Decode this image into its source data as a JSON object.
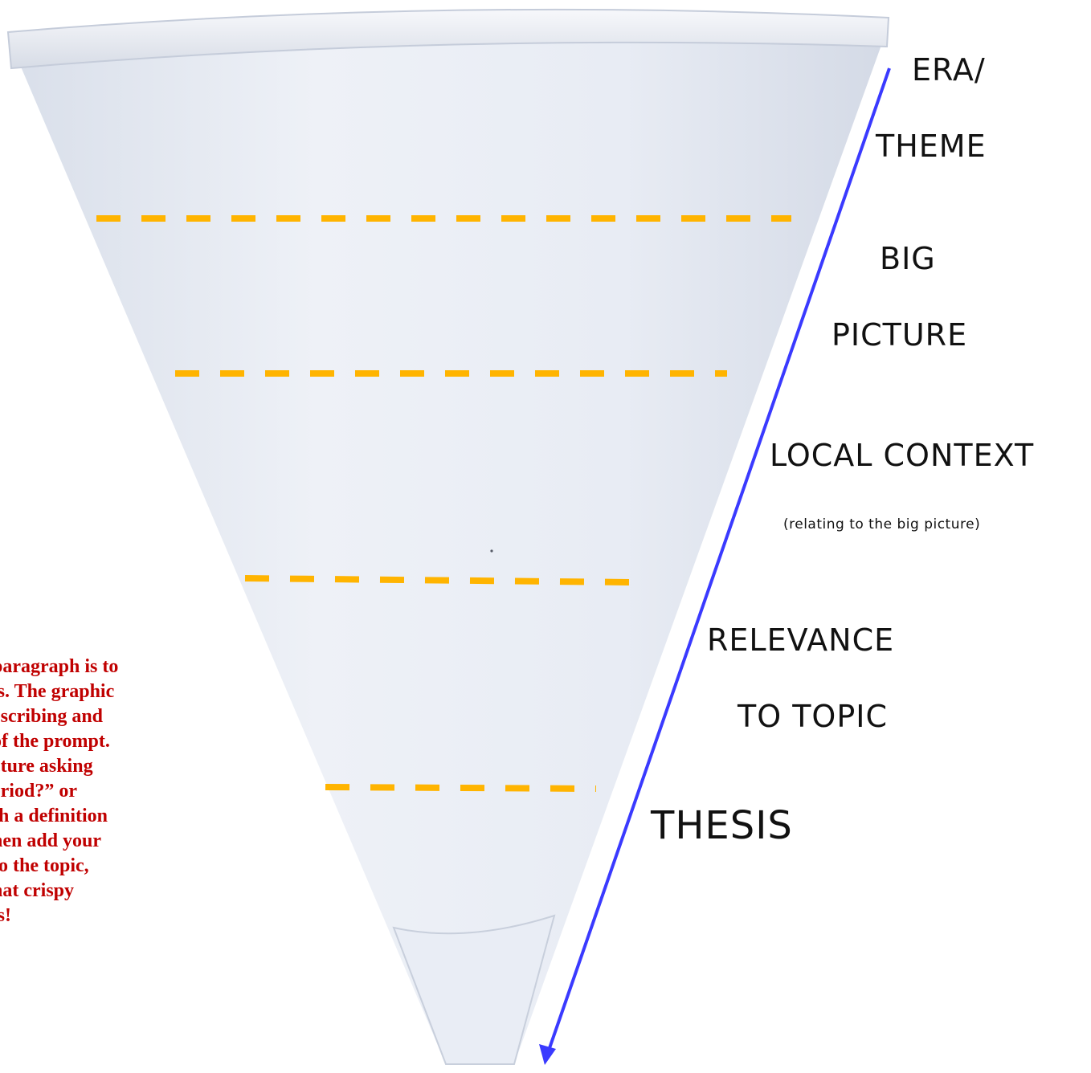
{
  "labels": {
    "era_line1": "ERA/",
    "era_line2": "THEME",
    "big_line1": "BIG",
    "big_line2": "PICTURE",
    "local": "LOCAL CONTEXT",
    "local_sub": "(relating to the big picture)",
    "relevance_line1": "RELEVANCE",
    "relevance_line2": "TO TOPIC",
    "thesis": "THESIS"
  },
  "note_lines": [
    "paragraph is to",
    "is. The graphic",
    "escribing and",
    "of the prompt.",
    "cture asking",
    "eriod?” or",
    "th a definition",
    "hen add your",
    "to the topic,",
    "hat crispy",
    "is!"
  ],
  "colors": {
    "arrow": "#3a3aff",
    "dash": "#ffb400",
    "note": "#c00000",
    "cup": "#e6ebf4"
  },
  "icons": {
    "cup": "paper-cone-cup-icon",
    "arrow": "down-arrow-icon"
  }
}
